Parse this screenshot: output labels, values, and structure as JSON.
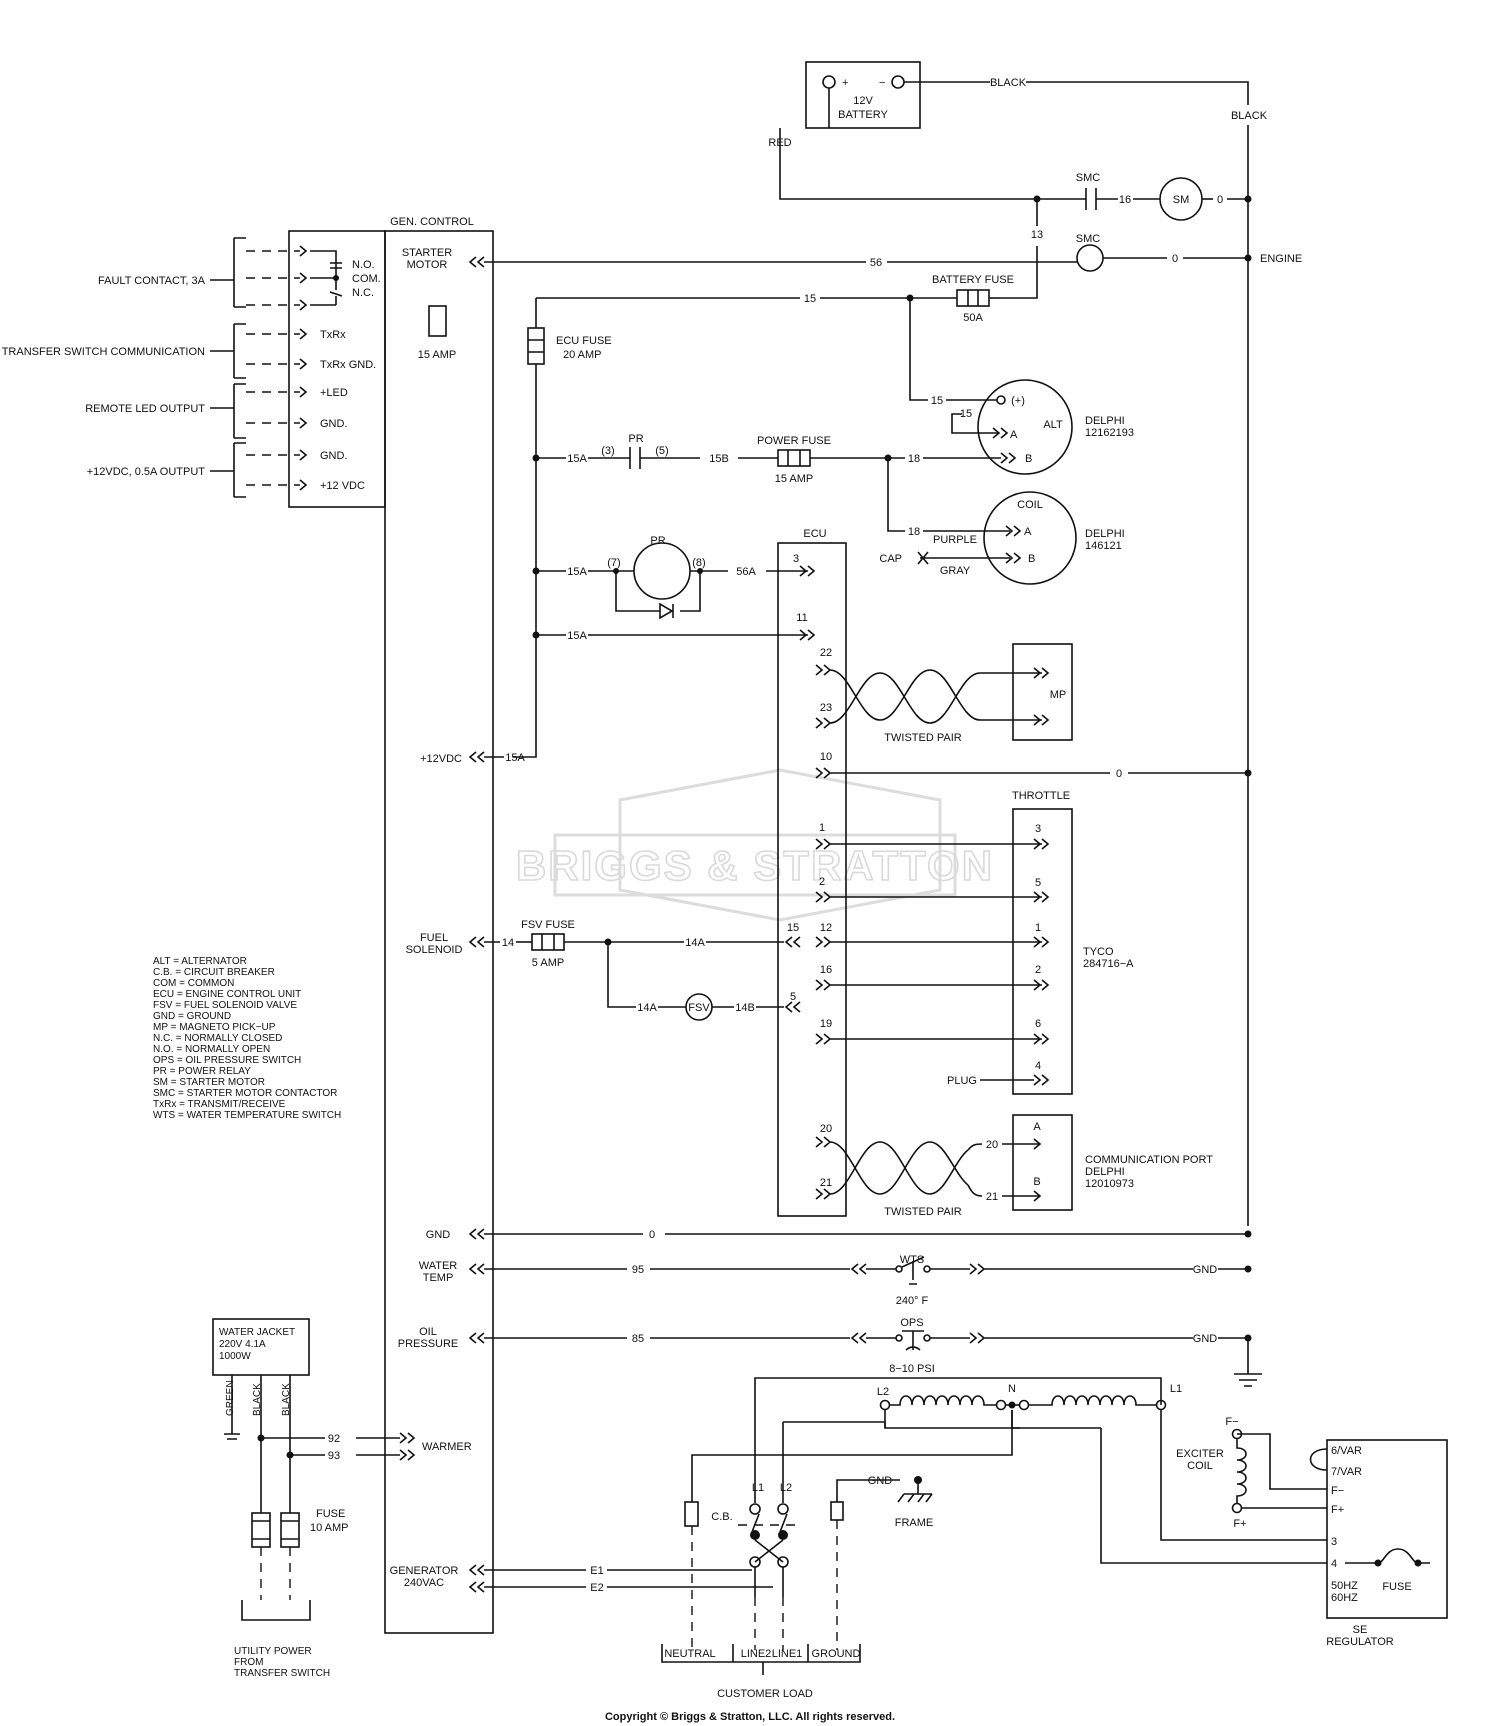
{
  "battery": {
    "name": "12V\nBATTERY",
    "plus": "+",
    "minus": "−",
    "red": "RED",
    "black": "BLACK",
    "black2": "BLACK"
  },
  "starter": {
    "smc": "SMC",
    "wire16": "16",
    "sm": "SM",
    "zero": "0",
    "wire13": "13",
    "smc2": "SMC",
    "wire56": "56",
    "zero2": "0",
    "engine": "ENGINE"
  },
  "gen_control": {
    "title": "GEN. CONTROL",
    "starter_motor": "STARTER\nMOTOR",
    "fuse": "15 AMP",
    "plus12": "+12VDC",
    "w15a": "15A",
    "fuel_solenoid": "FUEL\nSOLENOID",
    "gnd": "GND",
    "water_temp": "WATER\nTEMP",
    "oil_pressure": "OIL\nPRESSURE",
    "warmer": "WARMER",
    "generator": "GENERATOR\n240VAC"
  },
  "left_terminals": {
    "no": "N.O.",
    "com": "COM.",
    "nc": "N.C.",
    "txrx": "TxRx",
    "txrx_gnd": "TxRx GND.",
    "led": "+LED",
    "gnd1": "GND.",
    "gnd2": "GND.",
    "v12": "+12 VDC"
  },
  "left_labels": {
    "fault": "FAULT CONTACT, 3A",
    "transfer": "TRANSFER SWITCH COMMUNICATION",
    "remote_led": "REMOTE LED OUTPUT",
    "out12": "+12VDC, 0.5A OUTPUT"
  },
  "fuses": {
    "battery_fuse": "BATTERY FUSE",
    "battery_amp": "50A",
    "ecu_fuse": "ECU FUSE\n20 AMP",
    "power_fuse": "POWER FUSE",
    "power_amp": "15 AMP",
    "fsv_fuse": "FSV FUSE",
    "fsv_amp": "5 AMP"
  },
  "wires": {
    "w15": "15",
    "w15b": "15",
    "w15c": "15",
    "w15a1": "15A",
    "w15a2": "15A",
    "w15a3": "15A",
    "w15b2": "15B",
    "w18a": "18",
    "w18b": "18",
    "w56a": "56A",
    "p3": "(3)",
    "p5": "(5)",
    "p7": "(7)",
    "p8": "(8)",
    "pr1": "PR",
    "pr2": "PR",
    "w14": "14",
    "w14a": "14A",
    "w14a2": "14A",
    "w14b": "14B",
    "w0": "0",
    "w0b": "0",
    "w95": "95",
    "w85": "85",
    "gnd_a": "GND",
    "gnd_b": "GND",
    "w92": "92",
    "w93": "93",
    "e1": "E1",
    "e2": "E2",
    "w20": "20",
    "w21": "21"
  },
  "alt": {
    "plus": "(+)",
    "a": "A",
    "b": "B",
    "name": "ALT",
    "delphi": "DELPHI\n12162193"
  },
  "coil": {
    "name": "COIL",
    "a": "A",
    "b": "B",
    "purple": "PURPLE",
    "gray": "GRAY",
    "cap": "CAP",
    "delphi": "DELPHI\n146121"
  },
  "ecu": {
    "title": "ECU",
    "pins": [
      "3",
      "11",
      "22",
      "23",
      "10",
      "1",
      "2",
      "12",
      "15",
      "16",
      "5",
      "19",
      "20",
      "21"
    ]
  },
  "mp": {
    "name": "MP",
    "twisted": "TWISTED PAIR",
    "twisted2": "TWISTED PAIR"
  },
  "throttle": {
    "title": "THROTTLE",
    "pins": [
      "3",
      "5",
      "1",
      "2",
      "6",
      "4"
    ],
    "plug": "PLUG",
    "tyco": "TYCO\n284716−A"
  },
  "comm": {
    "a": "A",
    "b": "B",
    "label": "COMMUNICATION PORT\nDELPHI\n12010973"
  },
  "fsv": {
    "name": "FSV"
  },
  "wts": {
    "name": "WTS",
    "temp": "240° F"
  },
  "ops": {
    "name": "OPS",
    "psi": "8−10 PSI"
  },
  "legend": [
    "ALT  =  ALTERNATOR",
    "C.B.  =  CIRCUIT BREAKER",
    "COM  =  COMMON",
    "ECU  =  ENGINE CONTROL UNIT",
    "FSV  =  FUEL SOLENOID VALVE",
    "GND  =  GROUND",
    "MP  =  MAGNETO PICK−UP",
    "N.C.  =  NORMALLY CLOSED",
    "N.O.  =  NORMALLY OPEN",
    "OPS  =  OIL PRESSURE SWITCH",
    "PR  =  POWER RELAY",
    "SM  =  STARTER MOTOR",
    "SMC  =  STARTER MOTOR CONTACTOR",
    "TxRx  =  TRANSMIT/RECEIVE",
    "WTS  =  WATER TEMPERATURE SWITCH"
  ],
  "water_jacket": {
    "label": "WATER JACKET\n220V 4.1A\n1000W",
    "green": "GREEN",
    "black1": "BLACK",
    "black2": "BLACK",
    "fuse": "FUSE\n10 AMP",
    "utility": "UTILITY POWER\nFROM\nTRANSFER SWITCH"
  },
  "generator": {
    "l2": "L2",
    "n": "N",
    "l1": "L1",
    "l1b": "L1",
    "l2b": "L2",
    "cb": "C.B.",
    "gnd": "GND",
    "frame": "FRAME",
    "neutral": "NEUTRAL",
    "line2": "LINE2",
    "line1": "LINE1",
    "ground": "GROUND",
    "customer": "CUSTOMER LOAD"
  },
  "exciter": {
    "fminus": "F−",
    "fplus": "F+",
    "label": "EXCITER\nCOIL"
  },
  "regulator": {
    "t1": "6/VAR",
    "t2": "7/VAR",
    "t3": "F−",
    "t4": "F+",
    "t5": "3",
    "t6": "4",
    "t7": "50HZ\n60HZ",
    "fuse": "FUSE",
    "name": "SE\nREGULATOR"
  },
  "watermark": "BRIGGS & STRATTON",
  "copyright": "Copyright © Briggs & Stratton, LLC. All rights reserved."
}
